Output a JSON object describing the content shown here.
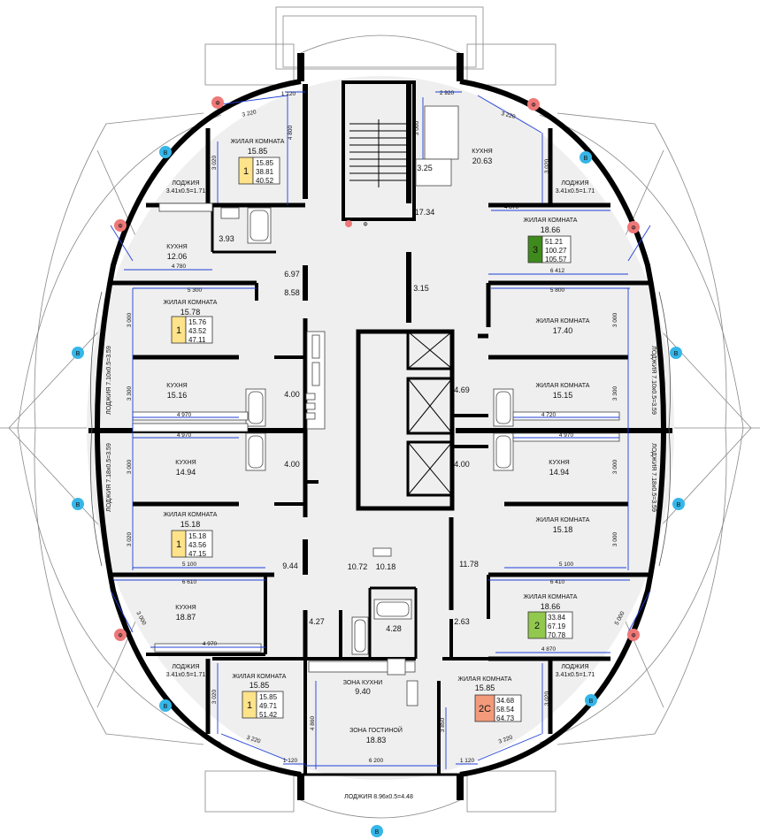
{
  "colors": {
    "wall": "#000000",
    "dimension": "#1f3fd8",
    "marker_b": "#36b6e8",
    "marker_f": "#ee7878",
    "floor": "#efefef",
    "apt_1": "#ffe38a",
    "apt_2": "#92c84e",
    "apt_3": "#3f8a1c",
    "apt_2c": "#f29a7a"
  },
  "rooms": [
    {
      "label": "ЖИЛАЯ КОМНАТА",
      "area": "15.85"
    },
    {
      "label": "КУХНЯ",
      "area": "20.63"
    },
    {
      "label": "ЛОДЖИЯ",
      "area": "3.41x0.5=1.71"
    },
    {
      "label": "ЛОДЖИЯ",
      "area": "3.41x0.5=1.71"
    },
    {
      "label": "КУХНЯ",
      "area": "12.06"
    },
    {
      "label": "ЖИЛАЯ КОМНАТА",
      "area": "18.66"
    },
    {
      "label": "ЖИЛАЯ КОМНАТА",
      "area": "15.78"
    },
    {
      "label": "ЖИЛАЯ КОМНАТА",
      "area": "17.40"
    },
    {
      "label": "КУХНЯ",
      "area": "15.16"
    },
    {
      "label": "ЖИЛАЯ КОМНАТА",
      "area": "15.15"
    },
    {
      "label": "КУХНЯ",
      "area": "14.94"
    },
    {
      "label": "КУХНЯ",
      "area": "14.94"
    },
    {
      "label": "ЖИЛАЯ КОМНАТА",
      "area": "15.18"
    },
    {
      "label": "ЖИЛАЯ КОМНАТА",
      "area": "15.18"
    },
    {
      "label": "КУХНЯ",
      "area": "18.87"
    },
    {
      "label": "ЖИЛАЯ КОМНАТА",
      "area": "18.66"
    },
    {
      "label": "ЛОДЖИЯ",
      "area": "3.41x0.5=1.71"
    },
    {
      "label": "ЛОДЖИЯ",
      "area": "3.41x0.5=1.71"
    },
    {
      "label": "ЖИЛАЯ КОМНАТА",
      "area": "15.85"
    },
    {
      "label": "ЖИЛАЯ КОМНАТА",
      "area": "15.85"
    },
    {
      "label": "ЗОНА КУХНИ",
      "area": "9.40"
    },
    {
      "label": "ЗОНА ГОСТИНОЙ",
      "area": "18.83"
    }
  ],
  "side_loggias": [
    {
      "text": "ЛОДЖИЯ 7.10х0.5=3.59"
    },
    {
      "text": "ЛОДЖИЯ 7.18х0.5=3.59"
    },
    {
      "text": "ЛОДЖИЯ 7.10х0.5=3.59"
    },
    {
      "text": "ЛОДЖИЯ 7.18х0.5=3.59"
    }
  ],
  "bottom_loggia": "ЛОДЖИЯ 8.96х0.5=4.48",
  "small_areas": [
    "3.25",
    "17.34",
    "3.93",
    "6.97",
    "8.58",
    "3.15",
    "4.00",
    "4.69",
    "4.00",
    "4.00",
    "9.44",
    "10.72",
    "10.18",
    "11.78",
    "4.27",
    "4.28",
    "2.63"
  ],
  "apartments": [
    {
      "rooms": "1",
      "values": [
        "15.85",
        "38.81",
        "40.52"
      ],
      "color": "#ffe38a"
    },
    {
      "rooms": "3",
      "values": [
        "51.21",
        "100.27",
        "105.57"
      ],
      "color": "#3f8a1c"
    },
    {
      "rooms": "1",
      "values": [
        "15.76",
        "43.52",
        "47.11"
      ],
      "color": "#ffe38a"
    },
    {
      "rooms": "1",
      "values": [
        "15.18",
        "43.56",
        "47.15"
      ],
      "color": "#ffe38a"
    },
    {
      "rooms": "2",
      "values": [
        "33.84",
        "67.19",
        "70.78"
      ],
      "color": "#92c84e"
    },
    {
      "rooms": "1",
      "values": [
        "15.85",
        "49.71",
        "51.42"
      ],
      "color": "#ffe38a"
    },
    {
      "rooms": "2С",
      "values": [
        "34.68",
        "58.54",
        "64.73"
      ],
      "color": "#f29a7a"
    }
  ],
  "dimensions": [
    "1 120",
    "2 920",
    "3 220",
    "3 220",
    "4 800",
    "3 000",
    "3 020",
    "3 020",
    "4 870",
    "4 780",
    "5 300",
    "6 412",
    "5 800",
    "3 000",
    "3 000",
    "3 300",
    "3 300",
    "4 970",
    "4 720",
    "4 970",
    "4 970",
    "3 000",
    "3 000",
    "3 020",
    "3 000",
    "5 100",
    "5 100",
    "6 610",
    "6 410",
    "3 000",
    "4 970",
    "4 870",
    "3 020",
    "3 020",
    "3 220",
    "3 220",
    "4 860",
    "3 850",
    "1 120",
    "6 200",
    "1 120",
    "5 000"
  ],
  "markers": {
    "b": "В",
    "f": "Ф"
  }
}
